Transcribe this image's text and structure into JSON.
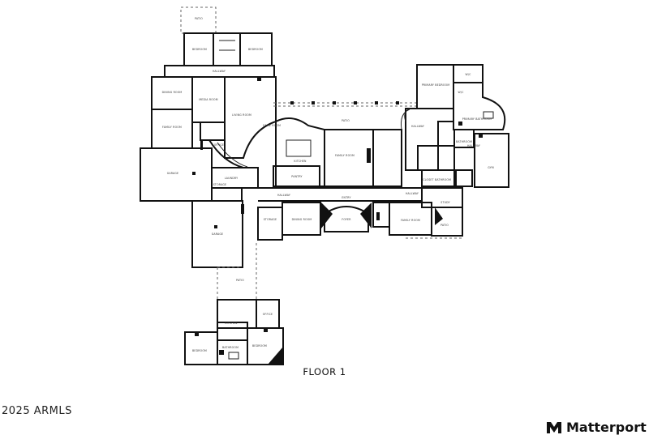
{
  "floor_label": "FLOOR 1",
  "copyright": "2025 ARMLS",
  "brand": {
    "name": "Matterport",
    "icon": "matterport-logo-icon"
  },
  "rooms": [
    "PATIO",
    "BEDROOM",
    "BEDROOM",
    "HALLWAY",
    "DINING ROOM",
    "MEDIA ROOM",
    "FAMILY ROOM",
    "LIVING ROOM",
    "GAME ROOM",
    "OFFICE",
    "GARAGE",
    "LAUNDRY",
    "STORAGE",
    "GARAGE",
    "PATIO",
    "KITCHEN",
    "PANTRY",
    "FAMILY ROOM",
    "HALLWAY",
    "STORAGE",
    "DINING ROOM",
    "FOYER",
    "ENTRY",
    "HALLWAY",
    "FAMILY ROOM",
    "PRIMARY BEDROOM",
    "W/C",
    "PRIMARY BATHROOM",
    "HALLWAY",
    "W/C",
    "BATHROOM",
    "GYM",
    "CLOSET",
    "BATHROOM",
    "STUDY",
    "PATIO",
    "HALLWAY",
    "PATIO",
    "OFFICE",
    "BEDROOM",
    "KITCHEN",
    "BATHROOM",
    "BEDROOM"
  ]
}
